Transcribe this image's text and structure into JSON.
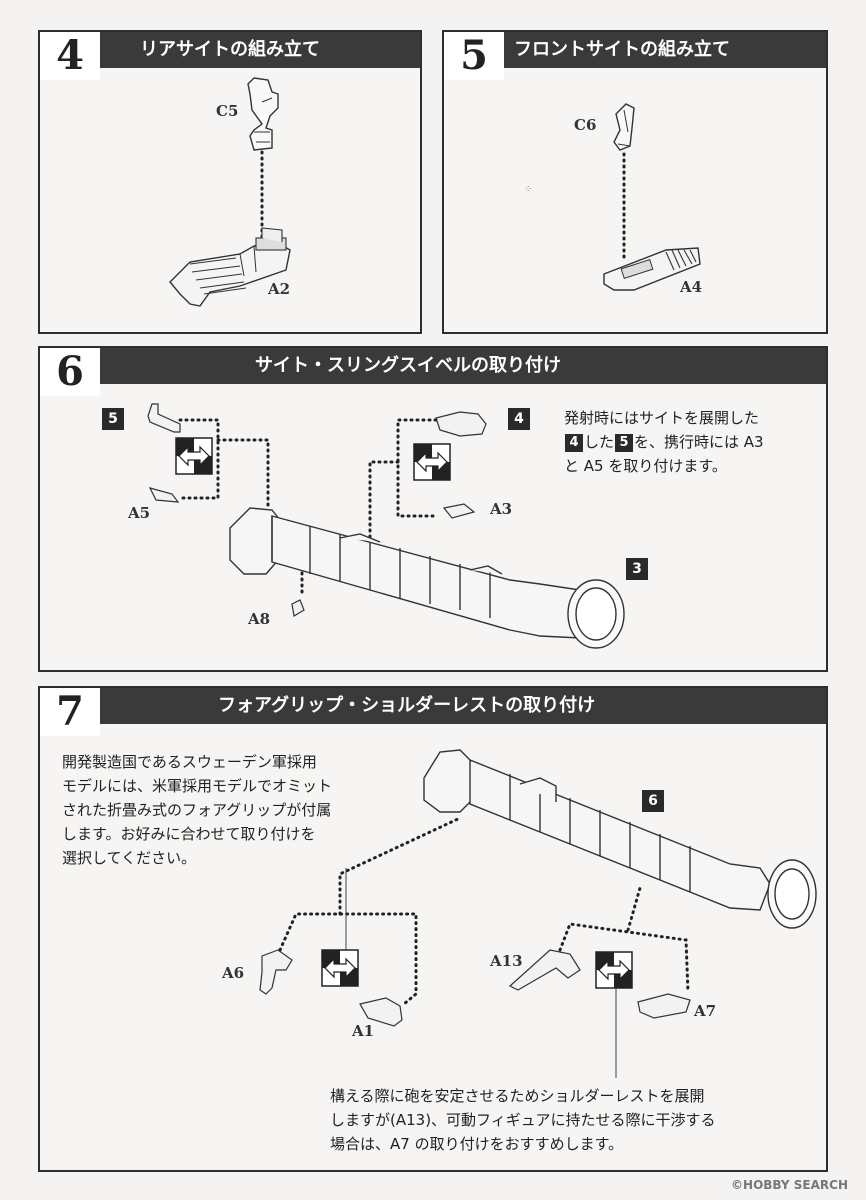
{
  "steps": [
    {
      "number": "4",
      "title": "リアサイトの組み立て"
    },
    {
      "number": "5",
      "title": "フロントサイトの組み立て"
    },
    {
      "number": "6",
      "title": "サイト・スリングスイベルの取り付け"
    },
    {
      "number": "7",
      "title": "フォアグリップ・ショルダーレストの取り付け"
    }
  ],
  "parts": {
    "c5": "C5",
    "a2": "A2",
    "c6": "C6",
    "a4": "A4",
    "a5": "A5",
    "a3": "A3",
    "a8": "A8",
    "a6": "A6",
    "a1": "A1",
    "a13": "A13",
    "a7": "A7"
  },
  "refs": {
    "step5": "5",
    "step4": "4",
    "step3": "3",
    "step6": "6"
  },
  "step6_note": {
    "line1": "発射時にはサイトを展開した",
    "line2_ref1": "4",
    "line2_mid": "した",
    "line2_ref2": "5",
    "line2_tail": "を、携行時には A3",
    "line3": "と A5 を取り付けます。"
  },
  "step7_note_top": [
    "開発製造国であるスウェーデン軍採用",
    "モデルには、米軍採用モデルでオミット",
    "された折畳み式のフォアグリップが付属",
    "します。お好みに合わせて取り付けを",
    "選択してください。"
  ],
  "step7_note_bottom": [
    "構える際に砲を安定させるためショルダーレストを展開",
    "しますが(A13)、可動フィギュアに持たせる際に干渉する",
    "場合は、A7 の取り付けをおすすめします。"
  ],
  "watermark": "©HOBBY SEARCH"
}
